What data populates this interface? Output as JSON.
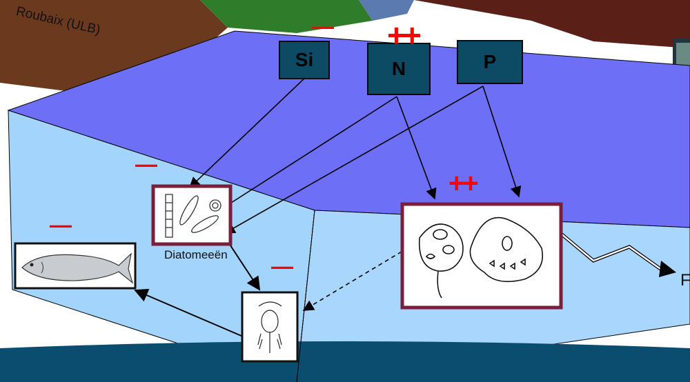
{
  "nutrients": {
    "si": "Si",
    "n": "N",
    "p": "P"
  },
  "marks": {
    "si_change": "—",
    "n_change": "++",
    "flagellate_change": "++",
    "diatom_change": "—",
    "copepod_change": "—",
    "fish_change": "—"
  },
  "labels": {
    "diatoms": "Diatomeeën",
    "corner_text": "Roubaix (ULB)",
    "edge_letter": "F"
  },
  "colors": {
    "water_top": "#6d6ff6",
    "water_side": "#9fd0fb",
    "nutrient_box": "#0d4a63",
    "frame": "#7a1f3a",
    "accent": "#ff0000",
    "land": "#6b3a1e",
    "band": "#0a4d6e"
  },
  "icons": {
    "diatom": "diatom-drawing",
    "dinoflagellate": "dinoflagellate-drawing",
    "copepod": "copepod-drawing",
    "fish": "fish-drawing"
  }
}
